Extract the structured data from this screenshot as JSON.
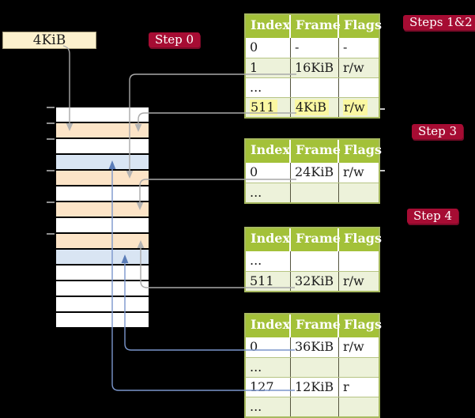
{
  "colors": {
    "background": "#000000",
    "step_label_bg": "#a60c33",
    "step_label_text": "#ffffff",
    "table_header_bg": "#a3c139",
    "table_header_text": "#ffffff",
    "table_border": "#a7b95f",
    "table_row_alt_bg": "#edf2da",
    "highlight_yellow": "#fbf8a2",
    "address_box_bg": "#fcf1cd",
    "memory_page_white": "#ffffff",
    "memory_page_peach": "#fce4c7",
    "memory_page_blue": "#d9e5f3",
    "gray_connector": "#a9a9a9",
    "blue_connector": "#7b96cc"
  },
  "address_box": {
    "label": "4KiB"
  },
  "step_labels": {
    "step0": "Step 0",
    "steps12": "Steps 1&2",
    "step3": "Step 3",
    "step4": "Step 4"
  },
  "memory_stack": {
    "rows": [
      "white",
      "peach",
      "white",
      "blue",
      "peach",
      "white",
      "peach",
      "white",
      "peach",
      "blue",
      "white",
      "white",
      "white",
      "white"
    ],
    "left_tick_count": 6
  },
  "tables": [
    {
      "step": "Steps 1&2",
      "headers": {
        "index": "Index",
        "frame": "Frame",
        "flags": "Flags"
      },
      "rows": [
        {
          "index": "0",
          "frame": "-",
          "flags": "-"
        },
        {
          "index": "1",
          "frame": "16KiB",
          "flags": "r/w"
        },
        {
          "index": "...",
          "frame": "",
          "flags": ""
        },
        {
          "index": "511",
          "frame": "4KiB",
          "flags": "r/w",
          "highlighted": true
        }
      ]
    },
    {
      "step": "Step 3",
      "headers": {
        "index": "Index",
        "frame": "Frame",
        "flags": "Flags"
      },
      "rows": [
        {
          "index": "0",
          "frame": "24KiB",
          "flags": "r/w"
        },
        {
          "index": "...",
          "frame": "",
          "flags": ""
        }
      ]
    },
    {
      "step": "Step 4",
      "headers": {
        "index": "Index",
        "frame": "Frame",
        "flags": "Flags"
      },
      "rows": [
        {
          "index": "...",
          "frame": "",
          "flags": ""
        },
        {
          "index": "511",
          "frame": "32KiB",
          "flags": "r/w"
        }
      ]
    },
    {
      "step": "",
      "headers": {
        "index": "Index",
        "frame": "Frame",
        "flags": "Flags"
      },
      "rows": [
        {
          "index": "0",
          "frame": "36KiB",
          "flags": "r/w"
        },
        {
          "index": "...",
          "frame": "",
          "flags": ""
        },
        {
          "index": "127",
          "frame": "12KiB",
          "flags": "r"
        },
        {
          "index": "...",
          "frame": "",
          "flags": ""
        }
      ]
    }
  ]
}
